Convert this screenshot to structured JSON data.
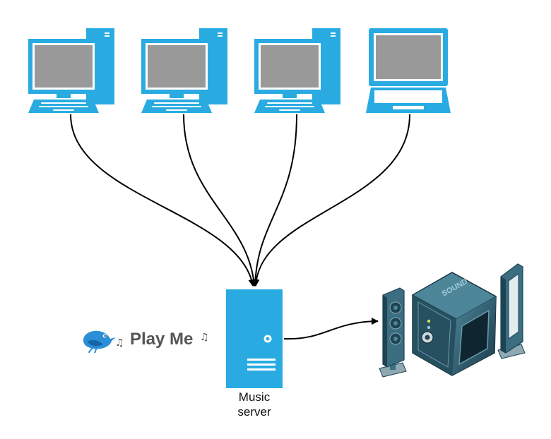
{
  "colors": {
    "device": "#29abe2",
    "screen": "#999999",
    "wire": "#000000",
    "speaker_dark": "#1e4454",
    "speaker_mid": "#3a6e80",
    "logo_text": "#555555"
  },
  "clients": [
    {
      "name": "desktop-1",
      "type": "desktop-computer"
    },
    {
      "name": "desktop-2",
      "type": "desktop-computer"
    },
    {
      "name": "desktop-3",
      "type": "desktop-computer"
    },
    {
      "name": "laptop-1",
      "type": "laptop-computer"
    }
  ],
  "server": {
    "label_line1": "Music",
    "label_line2": "server",
    "icon": "server-tower-icon"
  },
  "speakers": {
    "brand_text": "SOUND",
    "icon": "speaker-system-icon"
  },
  "logo": {
    "text": "Play Me",
    "icon": "bird-icon",
    "note_icon": "music-note-icon",
    "note_glyph": "♫"
  },
  "connections": [
    {
      "from": "desktop-1",
      "to": "server"
    },
    {
      "from": "desktop-2",
      "to": "server"
    },
    {
      "from": "desktop-3",
      "to": "server"
    },
    {
      "from": "laptop-1",
      "to": "server"
    },
    {
      "from": "server",
      "to": "speakers"
    }
  ]
}
